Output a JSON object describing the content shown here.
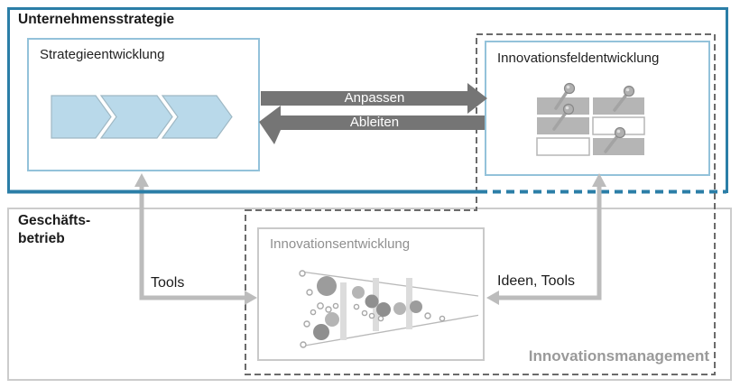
{
  "diagram": {
    "strategy_section": {
      "title": "Unternehmensstrategie"
    },
    "strategy_box": {
      "label": "Strategieentwicklung",
      "icon": "process-chevrons-icon"
    },
    "innovation_field_box": {
      "label": "Innovationsfeldentwicklung",
      "icon": "pinned-grid-icon"
    },
    "flow": {
      "adapt_label": "Anpassen",
      "derive_label": "Ableiten"
    },
    "business_section": {
      "title_line1": "Geschäfts-",
      "title_line2": "betrieb"
    },
    "innovation_dev_box": {
      "label": "Innovationsentwicklung",
      "icon": "innovation-funnel-icon"
    },
    "innovation_management": {
      "label": "Innovationsmanagement"
    },
    "connectors": {
      "tools_label": "Tools",
      "ideas_tools_label": "Ideen, Tools"
    },
    "colors": {
      "strategy_border_blue": "#2b7ea7",
      "inner_box_border_blue": "#93c2da",
      "chevron_fill": "#b9d9ea",
      "flow_arrow_gray": "#757575",
      "connector_arrow_gray": "#bcbcbc",
      "dashed_border_gray": "#6b6b6b",
      "light_box_border_gray": "#cccccc",
      "muted_text_gray": "#9a9a9a",
      "grid_cell_gray": "#b5b5b5"
    }
  }
}
